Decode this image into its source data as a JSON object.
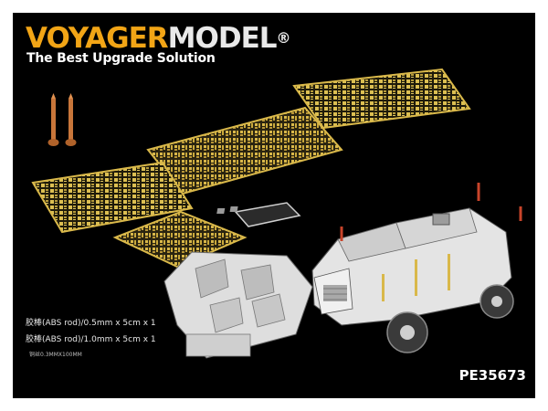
{
  "brand": {
    "part1": "VOYAGER",
    "part2": "M",
    "part3": "ODEL",
    "reg": "®",
    "tagline": "The Best Upgrade Solution"
  },
  "labels": {
    "rod1": "胶棒(ABS rod)/0.5mm x 5cm x 1",
    "rod2": "胶棒(ABS rod)/1.0mm x 5cm x 1",
    "small": "铜丝0.3MMX100MM",
    "product_code": "PE35673"
  },
  "colors": {
    "background": "#000000",
    "brand_accent": "#f2a516",
    "etch_brass": "#d9b84a",
    "rods": "#c8763a"
  }
}
